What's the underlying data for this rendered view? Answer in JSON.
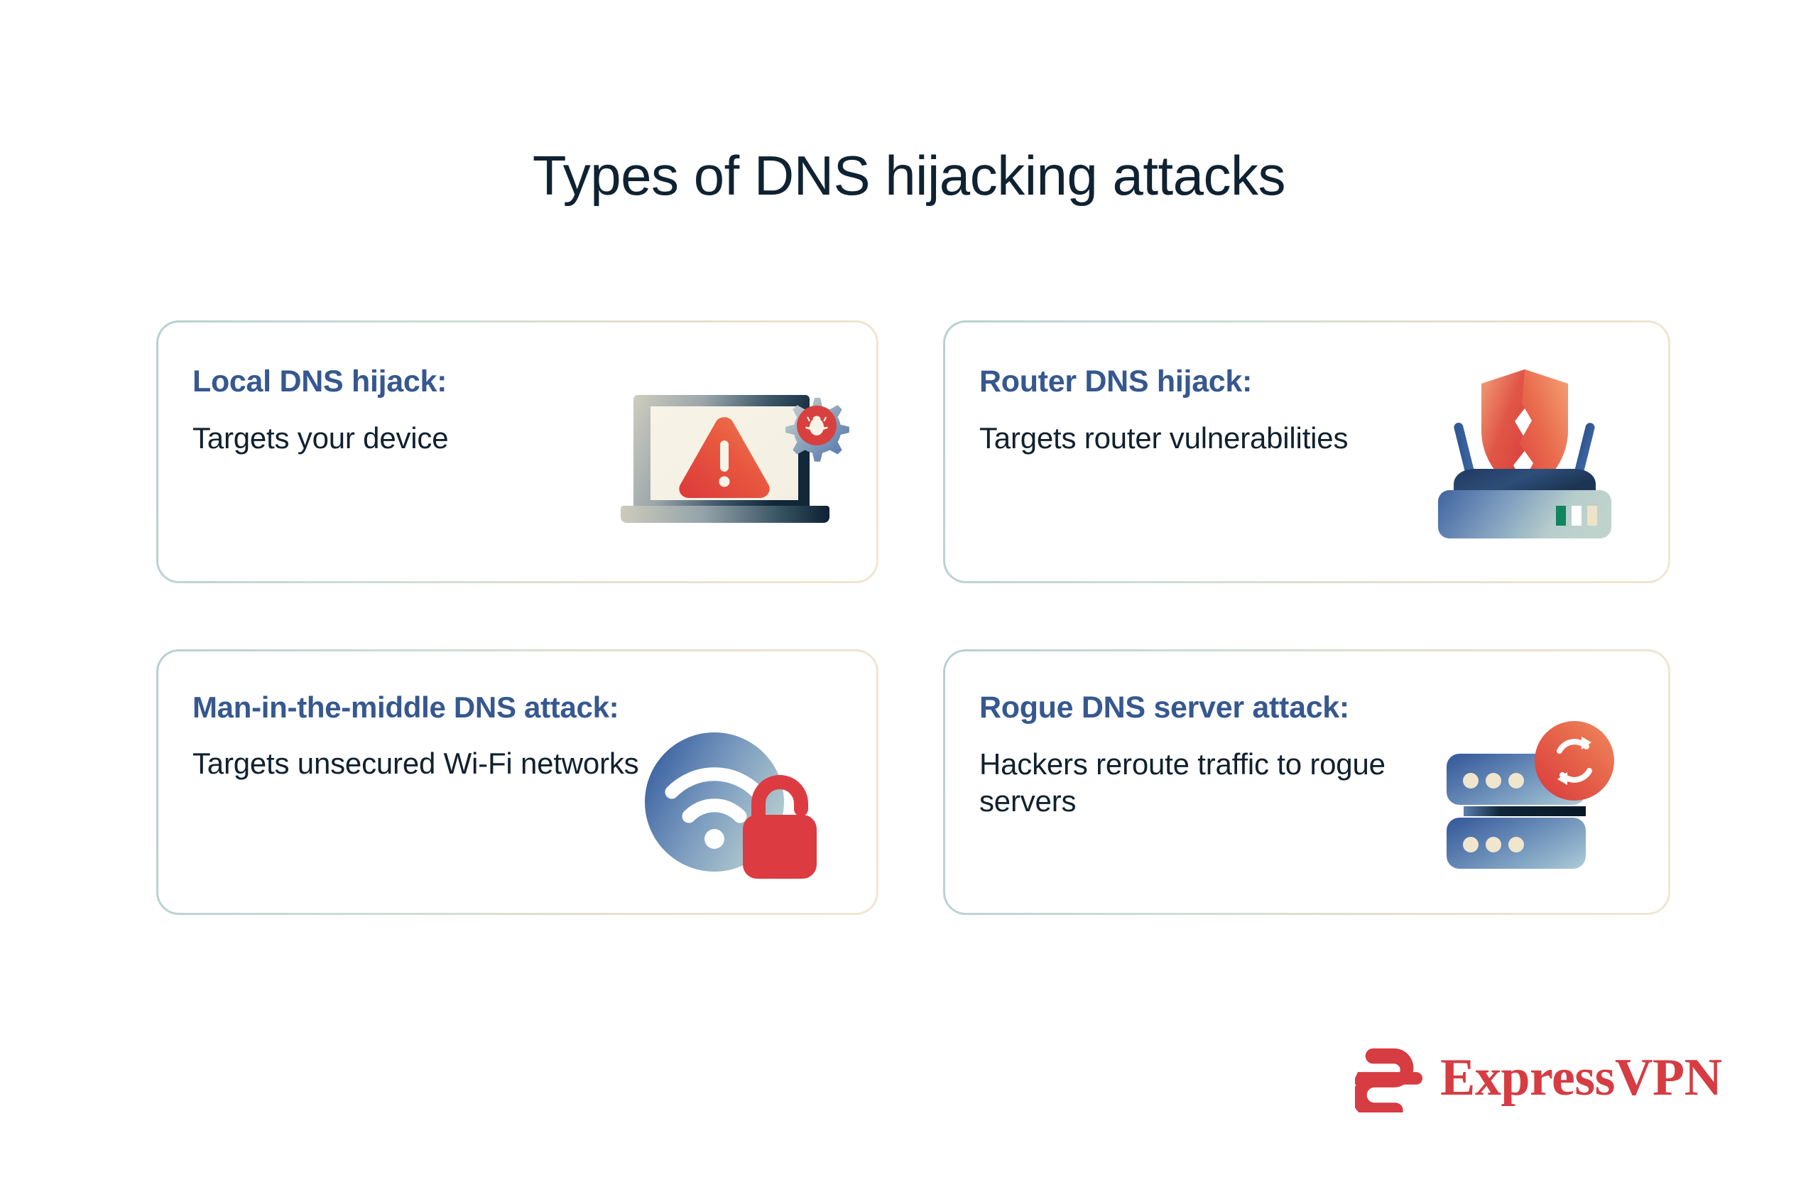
{
  "page": {
    "title": "Types of DNS hijacking attacks",
    "background_color": "#ffffff",
    "title_color": "#0f2231"
  },
  "theme": {
    "heading_color": "#36588f",
    "body_color": "#11212e",
    "border_gradient_start": "#b6d1d0",
    "border_gradient_end": "#efe7d2",
    "accent_red": "#d63c42",
    "accent_blue": "#4a6fae"
  },
  "cards": [
    {
      "id": "local",
      "heading": "Local DNS hijack:",
      "body": "Targets your device",
      "icon_name": "laptop-warning-bug-icon"
    },
    {
      "id": "router",
      "heading": "Router DNS hijack:",
      "body": "Targets router vulnerabilities",
      "icon_name": "router-broken-shield-icon"
    },
    {
      "id": "mitm",
      "heading": "Man-in-the-middle DNS attack:",
      "body": "Targets unsecured Wi-Fi networks",
      "icon_name": "wifi-open-padlock-icon"
    },
    {
      "id": "rogue",
      "heading": "Rogue DNS server attack:",
      "body": "Hackers reroute traffic to rogue servers",
      "icon_name": "server-stack-refresh-icon"
    }
  ],
  "logo": {
    "wordmark": "ExpressVPN",
    "mark_name": "expressvpn-e-logo-icon",
    "color": "#d63c42"
  }
}
